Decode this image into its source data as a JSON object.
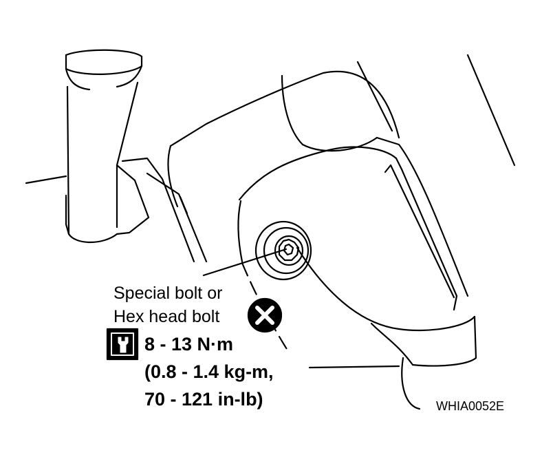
{
  "callout": {
    "line1": "Special bolt or",
    "line2": "Hex head bolt"
  },
  "symbols": {
    "replace_icon": "circle-x-icon",
    "torque_icon": "wrench-box-icon"
  },
  "torque": {
    "line1": "8 - 13 N·m",
    "line2": "(0.8 - 1.4 kg-m,",
    "line3": "70 - 121 in-lb)"
  },
  "figure_code": "WHIA0052E"
}
